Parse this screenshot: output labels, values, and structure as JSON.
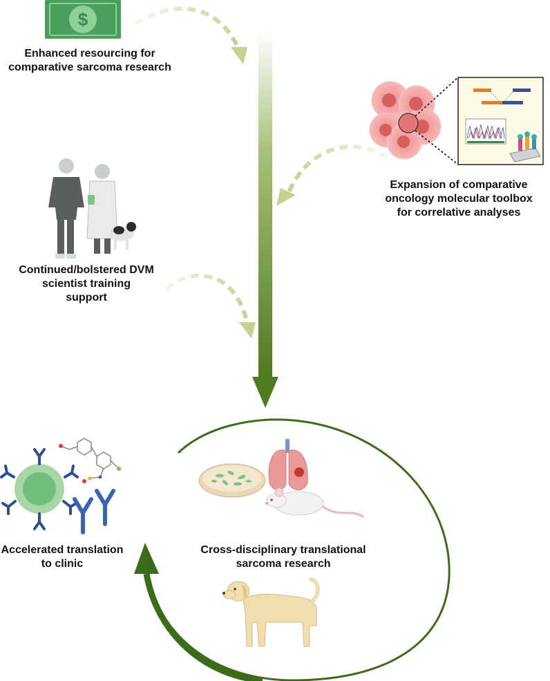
{
  "labels": {
    "funding": [
      "Enhanced resourcing for",
      "comparative sarcoma research"
    ],
    "training": [
      "Continued/bolstered DVM",
      "scientist training",
      "support"
    ],
    "toolbox": [
      "Expansion of comparative",
      "oncology molecular toolbox",
      "for correlative analyses"
    ],
    "translation": [
      "Accelerated translation",
      "to clinic"
    ],
    "research": [
      "Cross-disciplinary translational",
      "sarcoma research"
    ]
  },
  "icons": {
    "funding": "dollar-bill-icon",
    "training": "veterinarians-with-dog-icon",
    "toolbox": "tumor-cells-with-molecular-assays-icon",
    "translation": "immune-cell-antibodies-molecule-icon",
    "research": "petri-dish-lungs-mouse-dog-icon"
  },
  "colors": {
    "main_arrow": "#4e7a22",
    "dashed_arrow": "#c4d191",
    "cycle_arrow": "#3d6b1c"
  }
}
